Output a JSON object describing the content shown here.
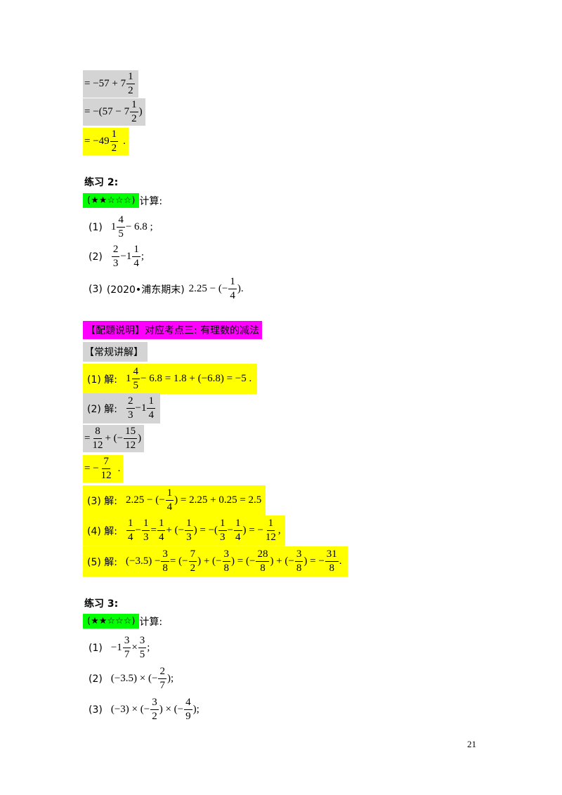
{
  "top_lines": {
    "l1": {
      "p1": "= −57 + 7",
      "n": "1",
      "d": "2"
    },
    "l2": {
      "p1": "= −(57 − 7",
      "n": "1",
      "d": "2",
      "p2": ")"
    },
    "l3": {
      "p1": "= −49",
      "n": "1",
      "d": "2",
      "p2": "."
    }
  },
  "ex2": {
    "title": "练习 2:",
    "stars": "(★★☆☆☆)",
    "instr": "计算:",
    "q1": {
      "label": "(1)",
      "a": "1",
      "n": "4",
      "d": "5",
      "b": "− 6.8 ;"
    },
    "q2": {
      "label": "(2)",
      "n1": "2",
      "d1": "3",
      "a": "−1",
      "n2": "1",
      "d2": "4",
      "b": ";"
    },
    "q3": {
      "label": "(3)",
      "src": "(2020•浦东期末)",
      "a": "2.25 − (−",
      "n": "1",
      "d": "4",
      "b": ")."
    }
  },
  "section": {
    "peiti": "【配题说明】对应考点三: 有理数的减法",
    "changgui": "【常规讲解】"
  },
  "sol": {
    "s1": {
      "label": "(1) 解:",
      "a": "1",
      "n": "4",
      "d": "5",
      "b": "− 6.8 = 1.8 + (−6.8) = −5 ."
    },
    "s2": {
      "label": "(2) 解:",
      "n1": "2",
      "d1": "3",
      "a": "−1",
      "n2": "1",
      "d2": "4"
    },
    "s2b": {
      "p": "=",
      "n1": "8",
      "d1": "12",
      "m": "+ (−",
      "n2": "15",
      "d2": "12",
      "e": ")"
    },
    "s2c": {
      "p": "= −",
      "n": "7",
      "d": "12",
      "e": "."
    },
    "s3": {
      "label": "(3) 解:",
      "a": "2.25 − (−",
      "n": "1",
      "d": "4",
      "b": ") = 2.25 + 0.25 = 2.5"
    },
    "s4": {
      "label": "(4) 解:",
      "f1n": "1",
      "f1d": "4",
      "m1": "−",
      "f2n": "1",
      "f2d": "3",
      "m2": "=",
      "f3n": "1",
      "f3d": "4",
      "m3": "+ (−",
      "f4n": "1",
      "f4d": "3",
      "m4": ") = −(",
      "f5n": "1",
      "f5d": "3",
      "m5": "−",
      "f6n": "1",
      "f6d": "4",
      "m6": ") = −",
      "f7n": "1",
      "f7d": "12",
      "e": ","
    },
    "s5": {
      "label": "(5) 解:",
      "a": "(−3.5) −",
      "f1n": "3",
      "f1d": "8",
      "m1": "= (−",
      "f2n": "7",
      "f2d": "2",
      "m2": ") + (−",
      "f3n": "3",
      "f3d": "8",
      "m3": ") = (−",
      "f4n": "28",
      "f4d": "8",
      "m4": ") + (−",
      "f5n": "3",
      "f5d": "8",
      "m5": ") = −",
      "f6n": "31",
      "f6d": "8",
      "e": "."
    }
  },
  "ex3": {
    "title": "练习 3:",
    "stars": "(★★☆☆☆)",
    "instr": "计算:",
    "q1": {
      "label": "(1)",
      "a": "−1",
      "n1": "3",
      "d1": "7",
      "m": "×",
      "n2": "3",
      "d2": "5",
      "b": ";"
    },
    "q2": {
      "label": "(2)",
      "a": "(−3.5) × (−",
      "n": "2",
      "d": "7",
      "b": ");"
    },
    "q3": {
      "label": "(3)",
      "a": "(−3) × (−",
      "n1": "3",
      "d1": "2",
      "m": ") × (−",
      "n2": "4",
      "d2": "9",
      "b": ");"
    }
  },
  "page_number": "21"
}
